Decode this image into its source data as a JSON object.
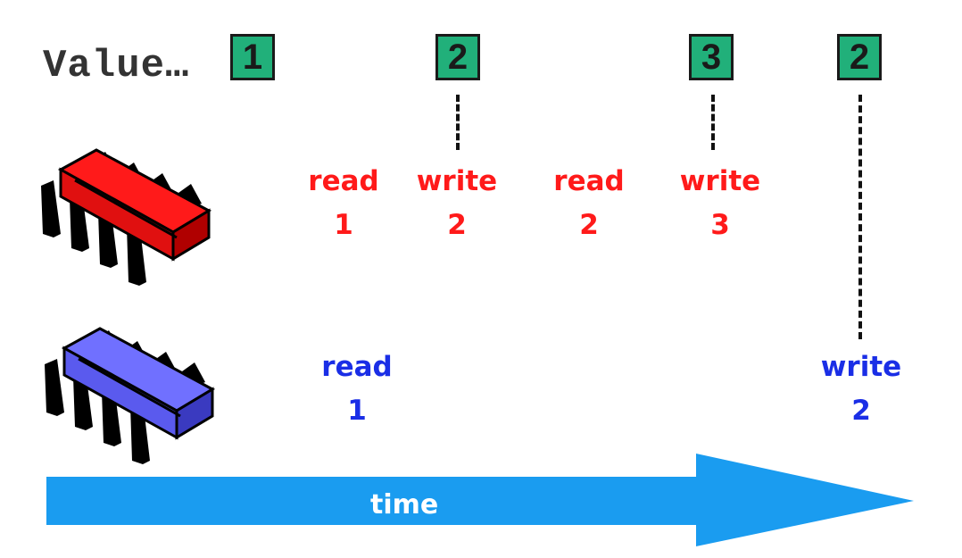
{
  "header": {
    "label": "Value…"
  },
  "values": [
    "1",
    "2",
    "3",
    "2"
  ],
  "processors": [
    {
      "name": "red-processor",
      "color": "#ff2a2a",
      "ops": [
        {
          "op": "read",
          "val": "1"
        },
        {
          "op": "write",
          "val": "2"
        },
        {
          "op": "read",
          "val": "2"
        },
        {
          "op": "write",
          "val": "3"
        }
      ]
    },
    {
      "name": "blue-processor",
      "color": "#6b6bff",
      "ops": [
        {
          "op": "read",
          "val": "1"
        },
        {
          "op": "write",
          "val": "2"
        }
      ]
    }
  ],
  "timeline": {
    "label": "time",
    "color": "#1a9cf0"
  },
  "colors": {
    "value_box": "#21b07a",
    "red_text": "#ff1a1a",
    "blue_text": "#1a2ee6"
  }
}
